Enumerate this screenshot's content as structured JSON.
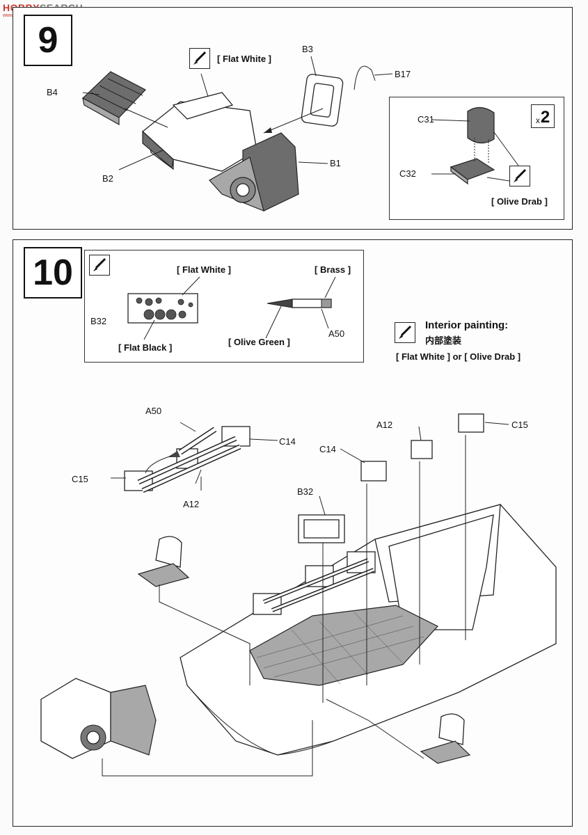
{
  "watermark": {
    "brand_a": "HOBBY",
    "brand_b": "SEARCH",
    "site": "www.hobbysearch.com"
  },
  "step9": {
    "number": "9",
    "paint_flat_white": "[ Flat White ]",
    "labels": {
      "b3": "B3",
      "b17": "B17",
      "b4": "B4",
      "b2": "B2",
      "b1": "B1"
    },
    "inset": {
      "multiplier_x": "x",
      "multiplier_n": "2",
      "c31": "C31",
      "c32": "C32",
      "paint_olive_drab": "[ Olive Drab ]"
    }
  },
  "step10": {
    "number": "10",
    "paint_box": {
      "flat_white": "[ Flat White ]",
      "brass": "[ Brass ]",
      "b32": "B32",
      "a50": "A50",
      "flat_black": "[ Flat Black ]",
      "olive_green": "[ Olive Green ]"
    },
    "interior": {
      "title": "Interior painting:",
      "subtitle_cn": "内部塗装",
      "options": "[ Flat White ] or [ Olive Drab ]"
    },
    "labels": {
      "a50": "A50",
      "c14_left": "C14",
      "c15_left": "C15",
      "a12_left": "A12",
      "c14_mid": "C14",
      "a12_right": "A12",
      "c15_right": "C15",
      "b32": "B32"
    }
  }
}
